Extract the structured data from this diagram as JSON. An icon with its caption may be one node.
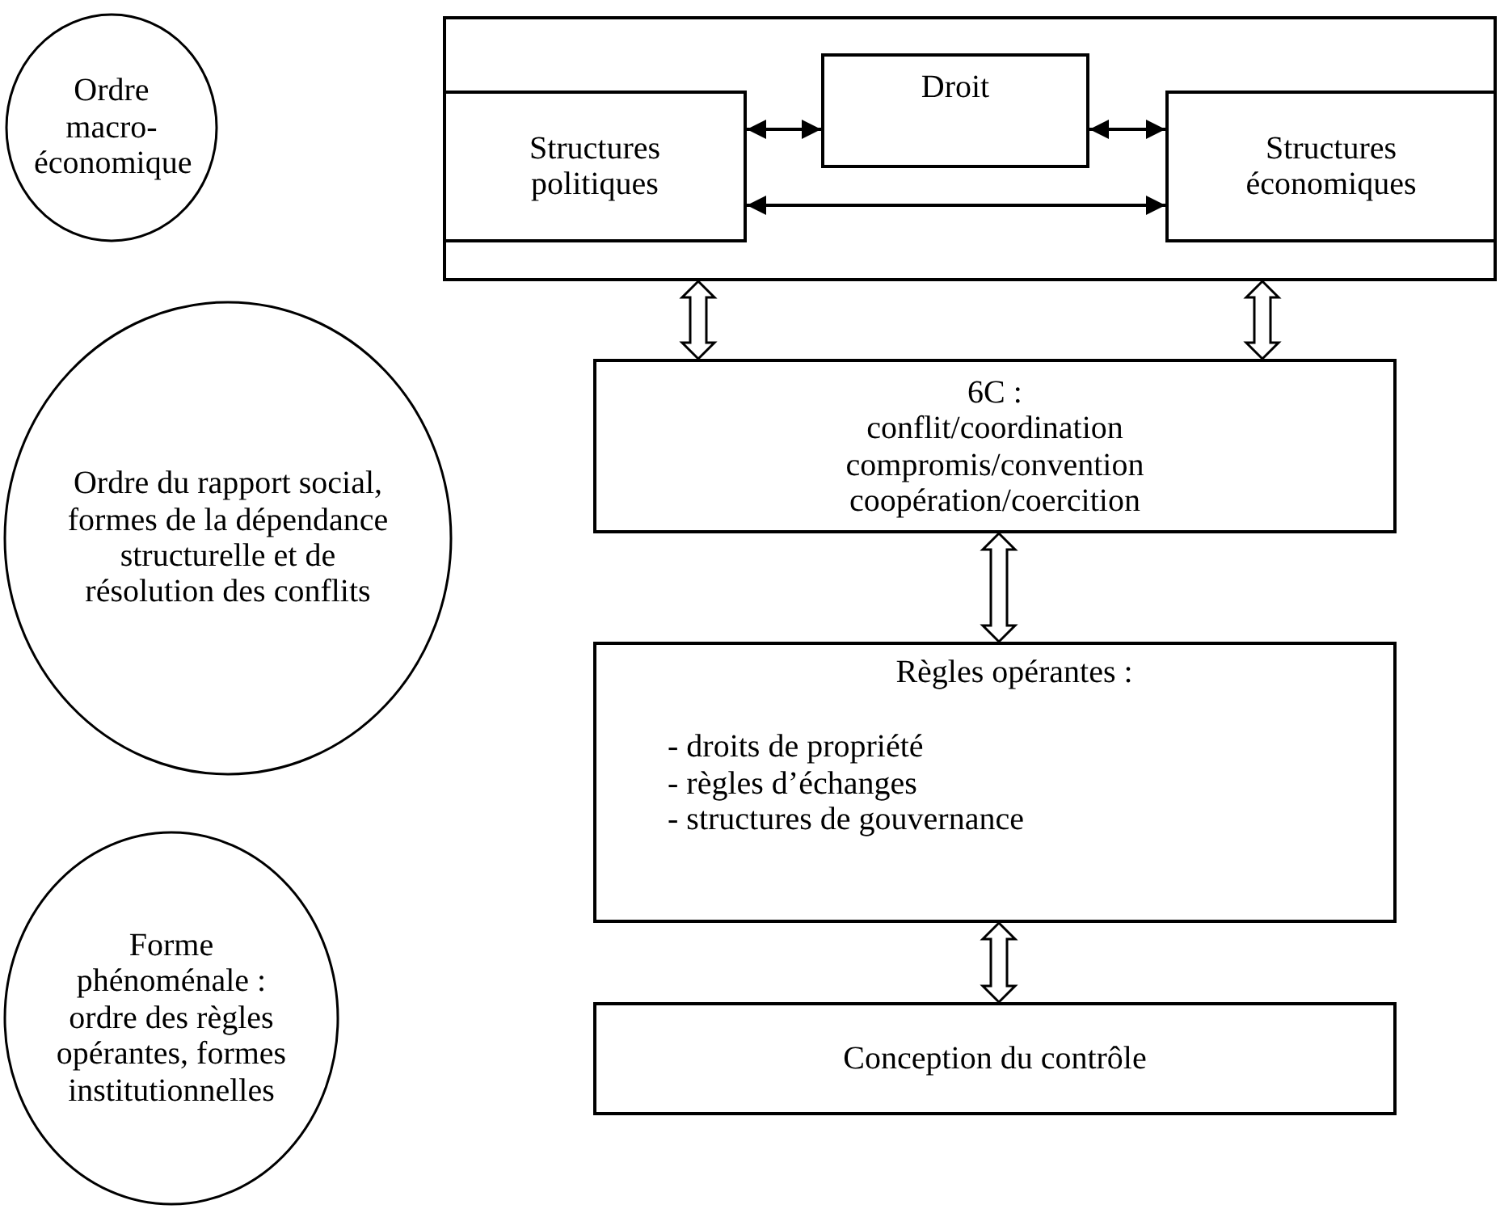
{
  "diagram": {
    "nodes": [
      {
        "text": [
          "Ordre macro-économique"
        ]
      },
      {
        "text": [],
        "shape": "box"
      },
      {
        "text": [
          "Structures politiques"
        ],
        "in": 1
      },
      {
        "text": [
          "Droit"
        ],
        "in": 1
      },
      {
        "text": [
          "Structures économiques"
        ],
        "in": 1
      },
      {
        "text": [
          "6C :",
          "conflit/coordination",
          "compromis/convention",
          "coopération/coercition"
        ]
      },
      {
        "text": [
          "Ordre du rapport social, formes de la dépendance structurelle et de résolution des conflits"
        ]
      },
      {
        "text": [
          "Règles opérantes :",
          "- droits de propriété",
          "- règles d’échanges",
          "- structures de gouvernance"
        ]
      },
      {
        "text": [
          "Forme phénoménale : ordre des règles opérantes, formes institutionnelles"
        ]
      },
      {
        "text": [
          "Conception du contrôle"
        ]
      }
    ],
    "edges": [
      {
        "from": 2,
        "to": 3,
        "arrow": "both"
      },
      {
        "from": 3,
        "to": 4,
        "arrow": "both"
      },
      {
        "from": 2,
        "to": 4,
        "arrow": "both"
      },
      {
        "from": 1,
        "to": 5,
        "arrow": "both",
        "style": "thick"
      },
      {
        "from": 1,
        "to": 5,
        "arrow": "both",
        "style": "thick"
      },
      {
        "from": 5,
        "to": 7,
        "arrow": "both",
        "style": "thick"
      },
      {
        "from": 7,
        "to": 9,
        "arrow": "both",
        "style": "thick"
      }
    ]
  }
}
